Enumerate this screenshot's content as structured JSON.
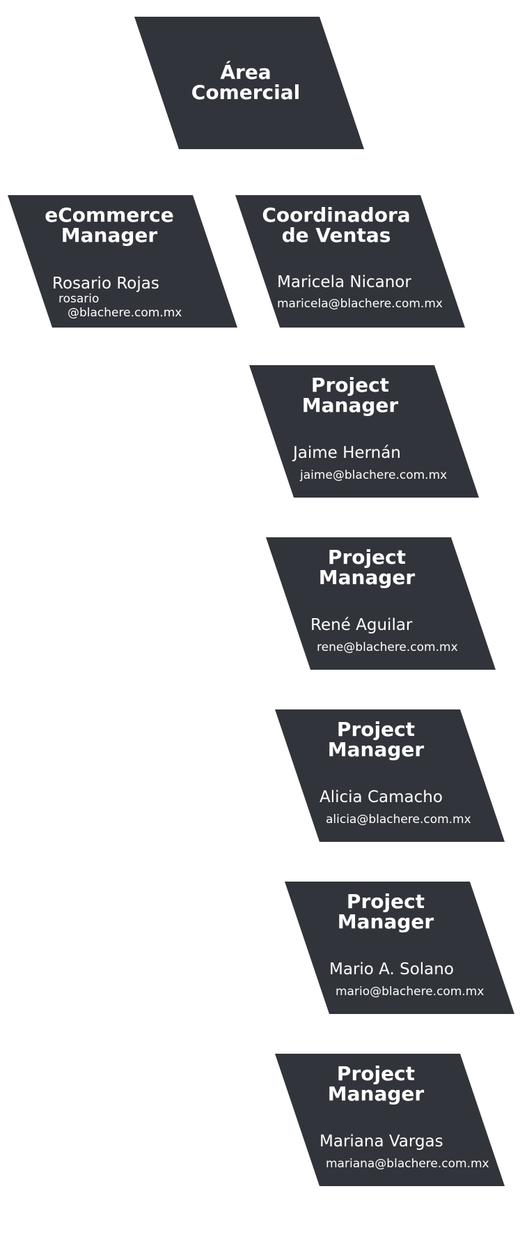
{
  "org_chart": {
    "root": {
      "title_line1": "Área",
      "title_line2": "Comercial"
    },
    "ecommerce": {
      "title_line1": "eCommerce",
      "title_line2": "Manager",
      "name": "Rosario Rojas",
      "email_line1": "rosario",
      "email_line2": "@blachere.com.mx"
    },
    "coordinadora": {
      "title_line1": "Coordinadora",
      "title_line2": "de Ventas",
      "name": "Maricela Nicanor",
      "email": "maricela@blachere.com.mx"
    },
    "project_managers": [
      {
        "title_line1": "Project",
        "title_line2": "Manager",
        "name": "Jaime Hernán",
        "email": "jaime@blachere.com.mx"
      },
      {
        "title_line1": "Project",
        "title_line2": "Manager",
        "name": "René Aguilar",
        "email": "rene@blachere.com.mx"
      },
      {
        "title_line1": "Project",
        "title_line2": "Manager",
        "name": "Alicia Camacho",
        "email": "alicia@blachere.com.mx"
      },
      {
        "title_line1": "Project",
        "title_line2": "Manager",
        "name": "Mario A. Solano",
        "email": "mario@blachere.com.mx"
      },
      {
        "title_line1": "Project",
        "title_line2": "Manager",
        "name": "Mariana Vargas",
        "email": "mariana@blachere.com.mx"
      }
    ],
    "colors": {
      "node_fill": "#32343b",
      "text": "#ffffff",
      "background": "#ffffff"
    }
  }
}
